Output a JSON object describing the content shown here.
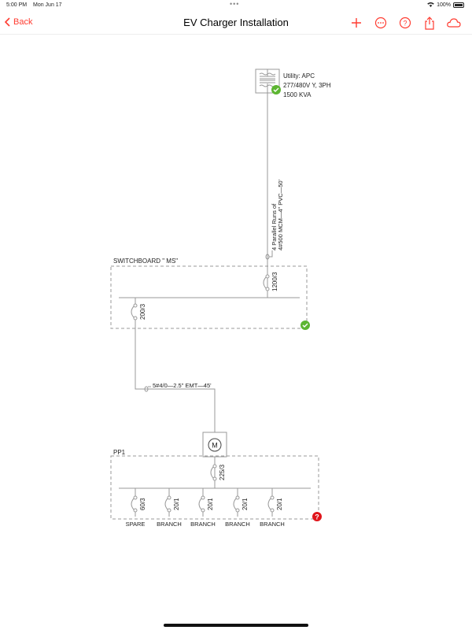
{
  "status": {
    "time": "5:00 PM",
    "date": "Mon Jun 17",
    "battery": "100%"
  },
  "nav": {
    "back": "Back",
    "title": "EV Charger Installation"
  },
  "colors": {
    "accent": "#ff3b30",
    "ok": "#5cb531",
    "error": "#e0151b"
  },
  "diagram": {
    "utility": {
      "line1": "Utility: APC",
      "line2": "277/480V Y, 3PH",
      "line3": "1500 KVA"
    },
    "feeder1": {
      "line1": "4 Parallel Runs of",
      "line2": "4#500 MCM—4\" PVC—50'"
    },
    "switchboard": {
      "label": "SWITCHBOARD \" MS\"",
      "main_breaker": "1200/3",
      "feeder_breaker": "200/3"
    },
    "feeder2": "5#4/0—2.5\" EMT—45'",
    "meter": "M",
    "panel": {
      "label": "PP1",
      "main_breaker": "225/3",
      "branches": [
        {
          "rating": "60/3",
          "name": "SPARE"
        },
        {
          "rating": "20/1",
          "name": "BRANCH"
        },
        {
          "rating": "20/1",
          "name": "BRANCH"
        },
        {
          "rating": "20/1",
          "name": "BRANCH"
        },
        {
          "rating": "20/1",
          "name": "BRANCH"
        }
      ]
    }
  }
}
